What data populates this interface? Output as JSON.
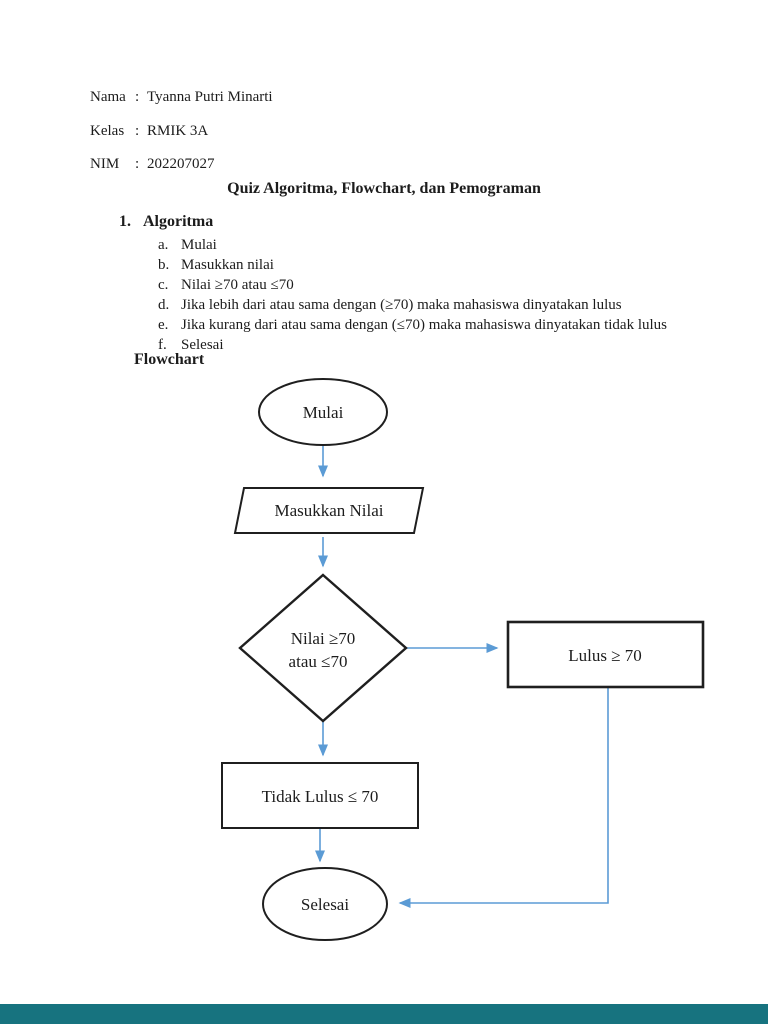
{
  "page": {
    "header": {
      "fields": [
        {
          "label": "Nama",
          "sep": ":",
          "value": "Tyanna Putri Minarti"
        },
        {
          "label": "Kelas",
          "sep": ":",
          "value": "RMIK 3A"
        },
        {
          "label": "NIM",
          "sep": ":",
          "value": "202207027"
        }
      ]
    },
    "title": "Quiz Algoritma, Flowchart, dan Pemograman",
    "section": {
      "number": "1.",
      "heading": "Algoritma",
      "items": [
        {
          "letter": "a.",
          "text": "Mulai"
        },
        {
          "letter": "b.",
          "text": "Masukkan nilai"
        },
        {
          "letter": "c.",
          "text": "Nilai ≥70 atau ≤70"
        },
        {
          "letter": "d.",
          "text": "Jika lebih dari atau sama dengan (≥70) maka mahasiswa dinyatakan lulus"
        },
        {
          "letter": "e.",
          "text": "Jika kurang dari atau sama dengan (≤70) maka mahasiswa dinyatakan tidak lulus"
        },
        {
          "letter": "f.",
          "text": "Selesai"
        }
      ]
    },
    "flowchart_heading": "Flowchart",
    "flowchart": {
      "start": "Mulai",
      "input": "Masukkan Nilai",
      "decision_line1": "Nilai ≥70",
      "decision_line2": "atau ≤70",
      "pass": "Lulus ≥ 70",
      "fail": "Tidak Lulus ≤ 70",
      "end": "Selesai"
    },
    "colors": {
      "arrow": "#5b9bd5",
      "shape_border": "#1f1f1f",
      "footer_bar": "#17737f"
    }
  }
}
